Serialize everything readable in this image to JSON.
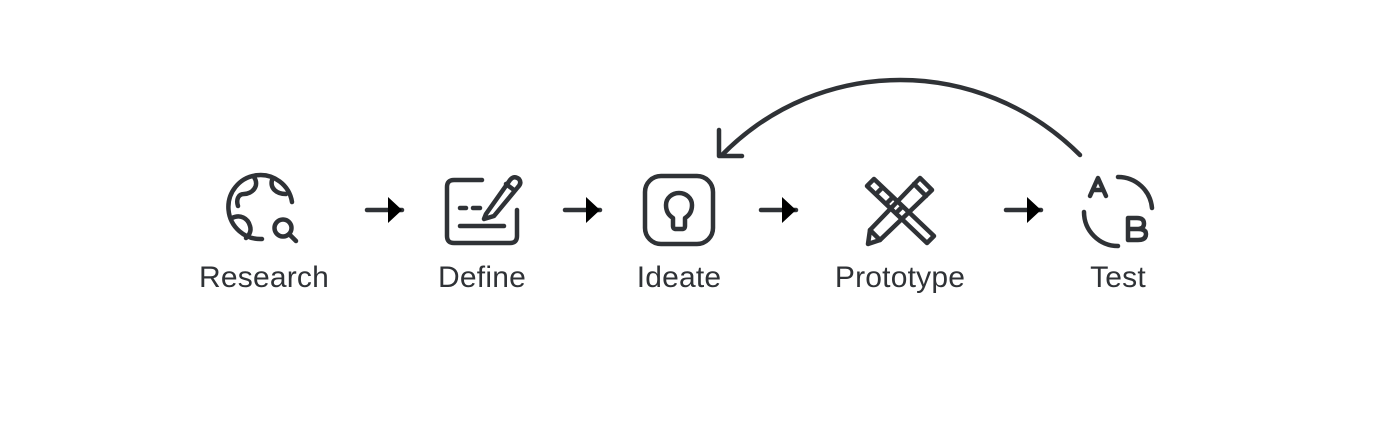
{
  "diagram": {
    "stroke_color": "#2f3236",
    "background": "#ffffff",
    "steps": [
      {
        "label": "Research",
        "icon": "globe-search-icon"
      },
      {
        "label": "Define",
        "icon": "edit-document-icon"
      },
      {
        "label": "Ideate",
        "icon": "lightbulb-icon"
      },
      {
        "label": "Prototype",
        "icon": "pencil-ruler-icon"
      },
      {
        "label": "Test",
        "icon": "ab-test-icon"
      }
    ],
    "connectors": [
      {
        "from": "Research",
        "to": "Define",
        "icon": "arrow-right-icon"
      },
      {
        "from": "Define",
        "to": "Ideate",
        "icon": "arrow-right-icon"
      },
      {
        "from": "Ideate",
        "to": "Prototype",
        "icon": "arrow-right-icon"
      },
      {
        "from": "Prototype",
        "to": "Test",
        "icon": "arrow-right-icon"
      },
      {
        "from": "Test",
        "to": "Ideate",
        "icon": "curved-arrow-icon"
      }
    ]
  }
}
